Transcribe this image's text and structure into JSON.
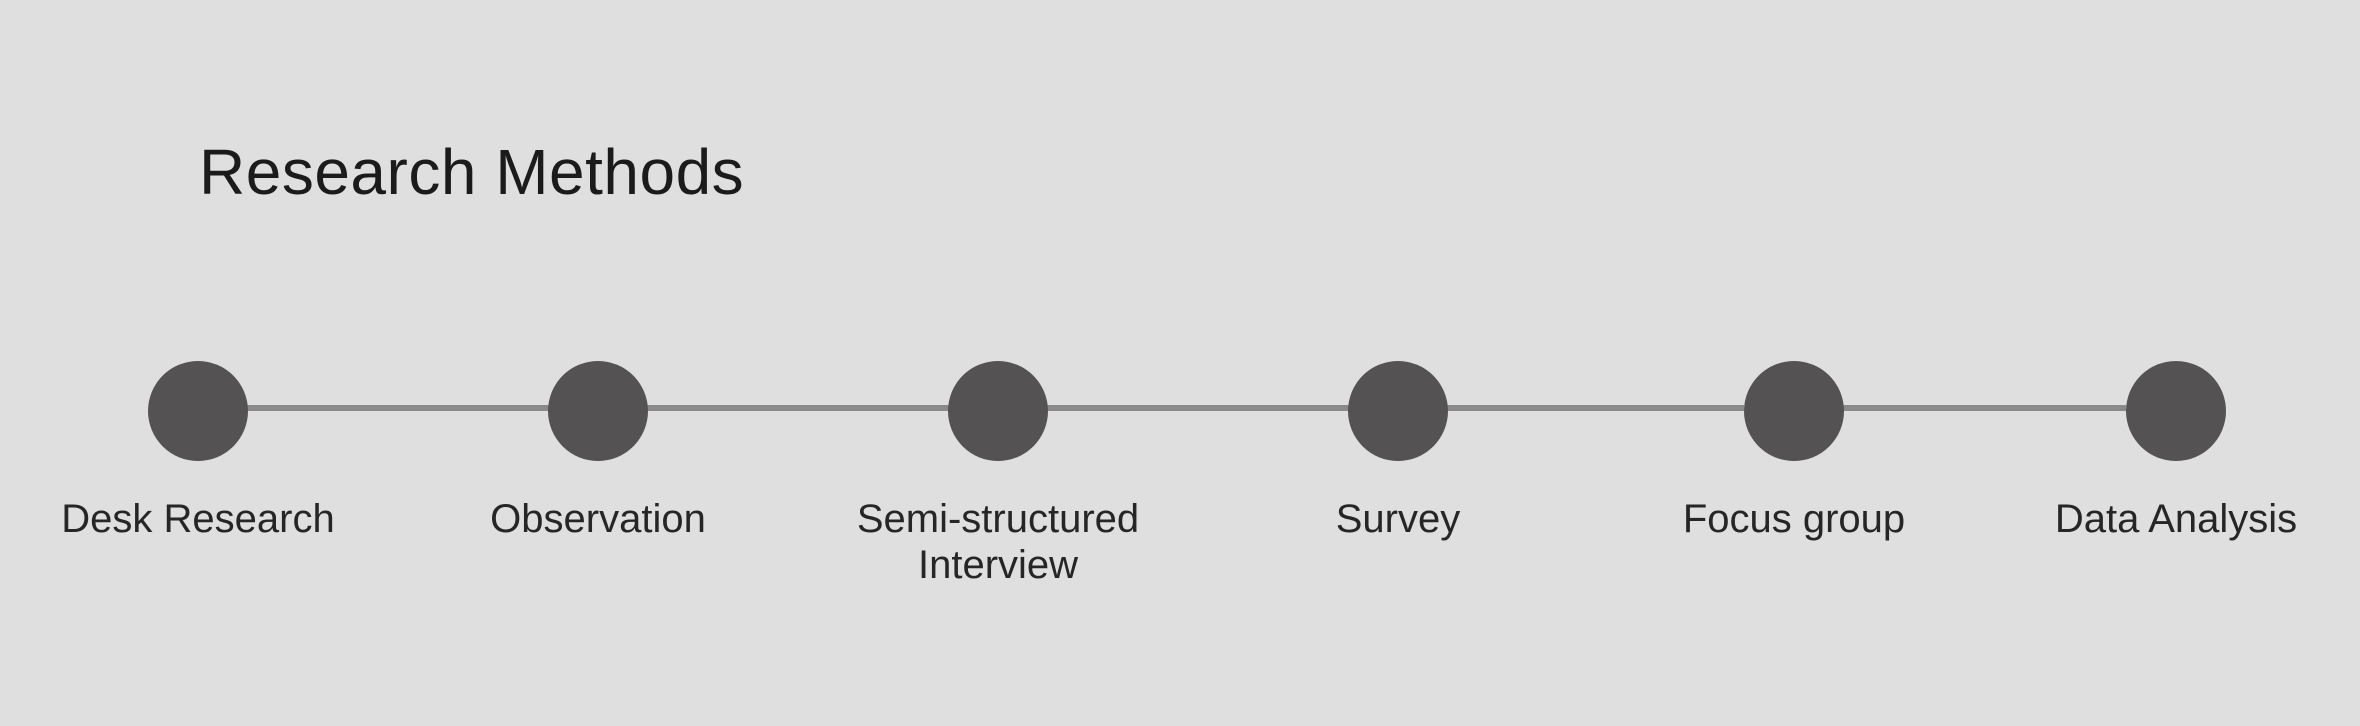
{
  "title": "Research Methods",
  "colors": {
    "background": "#dfdfdf",
    "node": "#545252",
    "connector": "#8a8a8a",
    "text": "#1b1b1b"
  },
  "steps": [
    {
      "label": "Desk Research"
    },
    {
      "label": "Observation"
    },
    {
      "label": "Semi-structured\nInterview"
    },
    {
      "label": "Survey"
    },
    {
      "label": "Focus group"
    },
    {
      "label": "Data Analysis"
    }
  ]
}
